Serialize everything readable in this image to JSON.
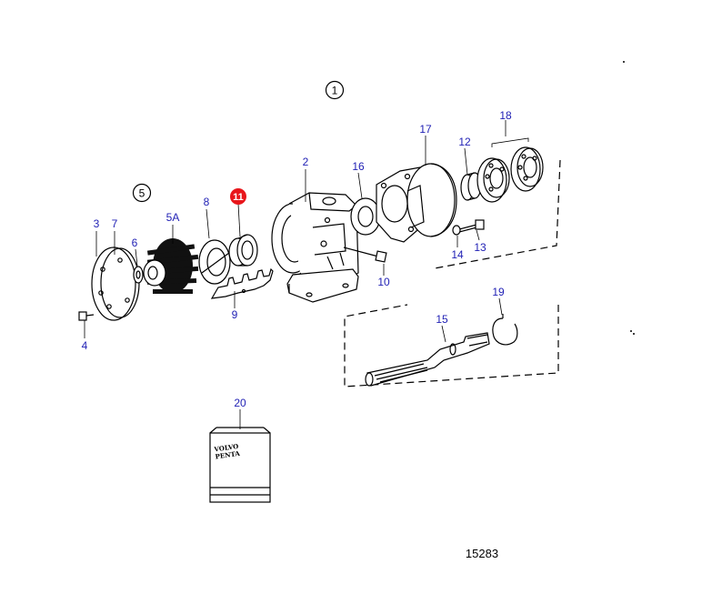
{
  "diagram": {
    "drawing_number": "15283",
    "group_labels": [
      "1",
      "5"
    ],
    "highlight_color": "#e8161b",
    "callout_color": "#1f1fb4",
    "callouts": [
      "2",
      "3",
      "4",
      "5A",
      "6",
      "7",
      "8",
      "9",
      "10",
      "11",
      "12",
      "13",
      "14",
      "15",
      "16",
      "17",
      "18",
      "19",
      "20"
    ],
    "highlighted_part": "11",
    "package_text": [
      "VOLVO",
      "PENTA"
    ]
  }
}
